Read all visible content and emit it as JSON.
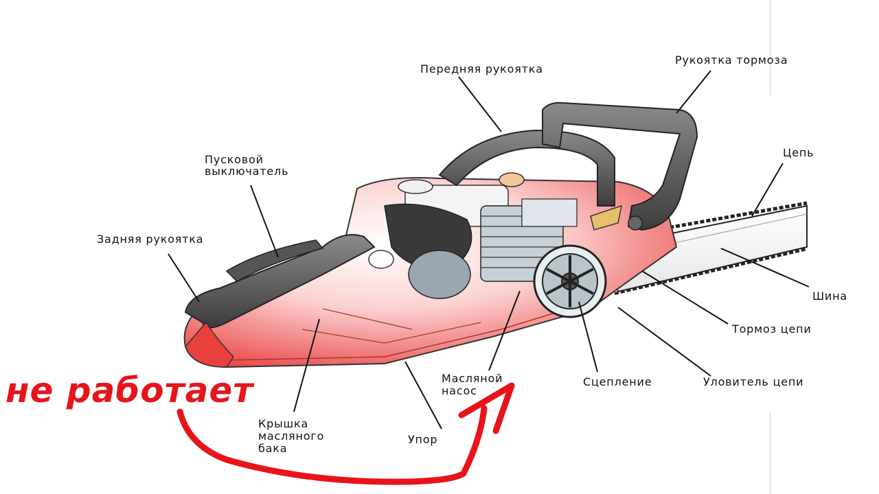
{
  "labels": {
    "front_handle": "Передняя рукоятка",
    "brake_handle": "Рукоятка тормоза",
    "start_switch_1": "Пусковой",
    "start_switch_2": "выключатель",
    "chain": "Цепь",
    "rear_handle": "Задняя рукоятка",
    "bar": "Шина",
    "chain_brake": "Тормоз цепи",
    "oil_pump_1": "Масляной",
    "oil_pump_2": "насос",
    "clutch": "Сцепление",
    "chain_catcher": "Уловитель цепи",
    "oil_cap_1": "Крышка",
    "oil_cap_2": "масляного",
    "oil_cap_3": "бака",
    "stop": "Упор"
  },
  "annotation": {
    "text": "не работает",
    "color": "#e8141b"
  },
  "colors": {
    "body": "#e8524f",
    "handle": "#4a4a4a",
    "arrow": "#e8141b"
  }
}
